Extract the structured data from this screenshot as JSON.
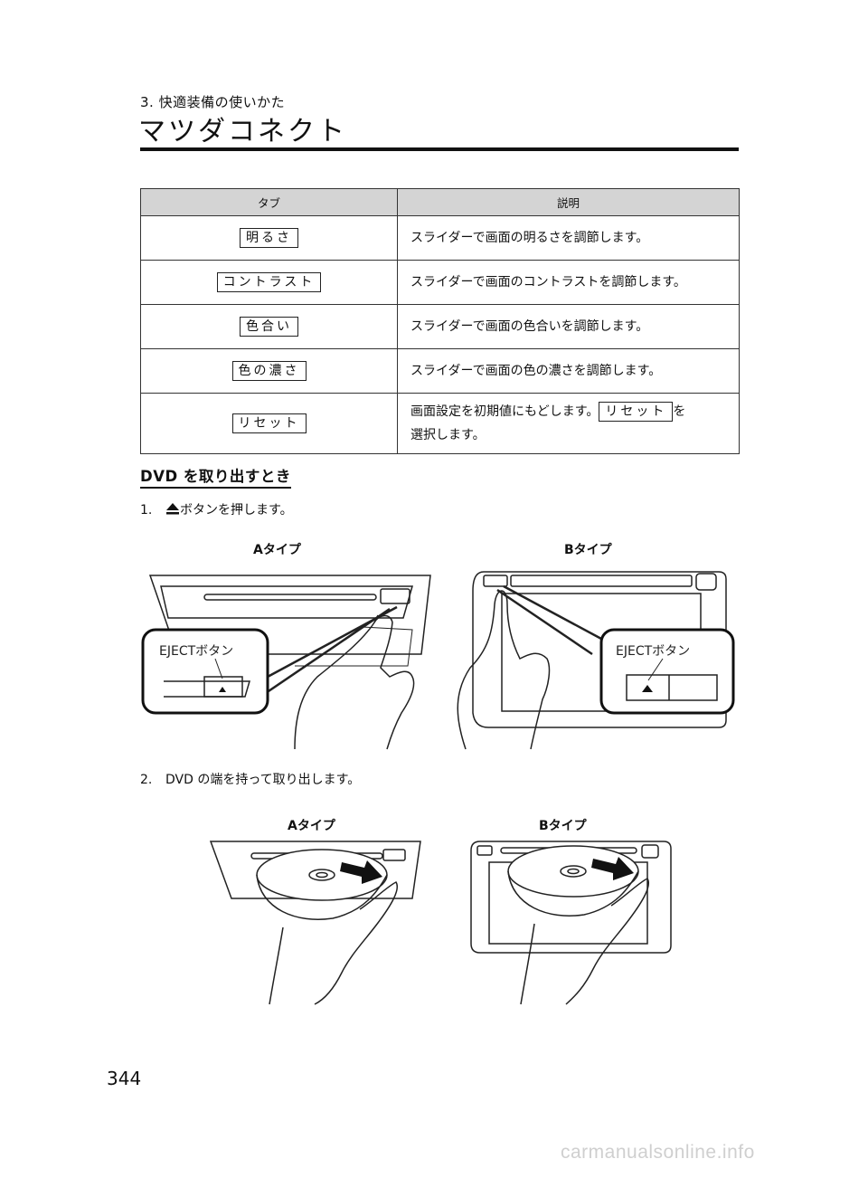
{
  "header": {
    "section": "3. 快適装備の使いかた",
    "title": "マツダコネクト"
  },
  "table": {
    "columns": [
      "タブ",
      "説明"
    ],
    "rows": [
      {
        "tab": "明るさ",
        "desc": "スライダーで画面の明るさを調節します。"
      },
      {
        "tab": "コントラスト",
        "desc": "スライダーで画面のコントラストを調節します。"
      },
      {
        "tab": "色合い",
        "desc": "スライダーで画面の色合いを調節します。"
      },
      {
        "tab": "色の濃さ",
        "desc": "スライダーで画面の色の濃さを調節します。"
      },
      {
        "tab": "リセット",
        "desc_before": "画面設定を初期値にもどします。",
        "desc_key": "リセット",
        "desc_after": "を",
        "desc_line2": "選択します。"
      }
    ]
  },
  "subheading": "DVD を取り出すとき",
  "steps": [
    {
      "num": "1.",
      "text": "ボタンを押します。"
    },
    {
      "num": "2.",
      "text": "DVD の端を持って取り出します。"
    }
  ],
  "figure1": {
    "a_label": "Aタイプ",
    "b_label": "Bタイプ",
    "a_callout": "EJECTボタン",
    "b_callout": "EJECTボタン",
    "icon": "eject-icon"
  },
  "figure2": {
    "a_label": "Aタイプ",
    "b_label": "Bタイプ"
  },
  "page_number": "344",
  "watermark": "carmanualsonline.info"
}
